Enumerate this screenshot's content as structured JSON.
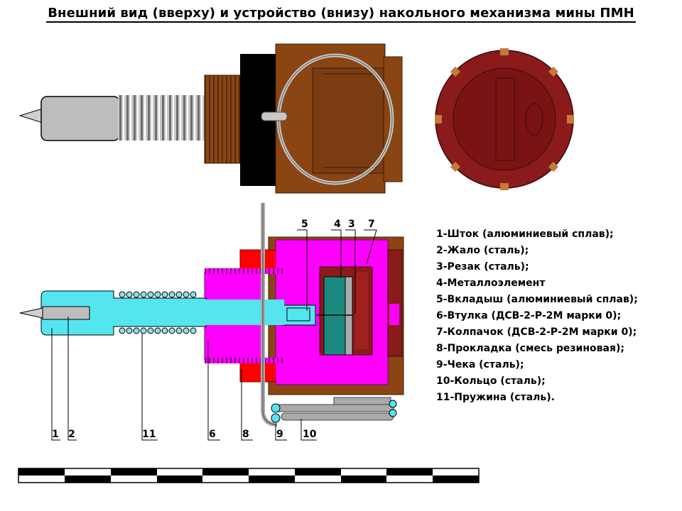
{
  "title": "Внешний вид (вверху) и устройство (внизу) накольного механизма мины ПМН",
  "colors": {
    "body_brown": "#8b4513",
    "cap_red": "#8b1a1a",
    "sleeve_magenta": "#ff00ff",
    "stem_cyan": "#55e5f0",
    "insert_teal": "#1a8a80",
    "gasket_red": "#ff0000",
    "ring_gray": "#c0c0c0"
  },
  "callouts": {
    "c1": "1",
    "c2": "2",
    "c3": "3",
    "c4": "4",
    "c5": "5",
    "c6": "6",
    "c7": "7",
    "c8": "8",
    "c9": "9",
    "c10": "10",
    "c11": "11"
  },
  "legend": [
    "1-Шток (алюминиевый сплав);",
    "2-Жало (сталь);",
    "3-Резак (сталь);",
    "4-Металлоэлемент",
    "5-Вкладыш (алюминиевый сплав);",
    "6-Втулка (ДСВ-2-Р-2М марки 0);",
    "7-Колпачок (ДСВ-2-Р-2М марки 0);",
    "8-Прокладка (смесь резиновая);",
    "9-Чека (сталь);",
    "10-Кольцо (сталь);",
    "11-Пружина (сталь)."
  ]
}
